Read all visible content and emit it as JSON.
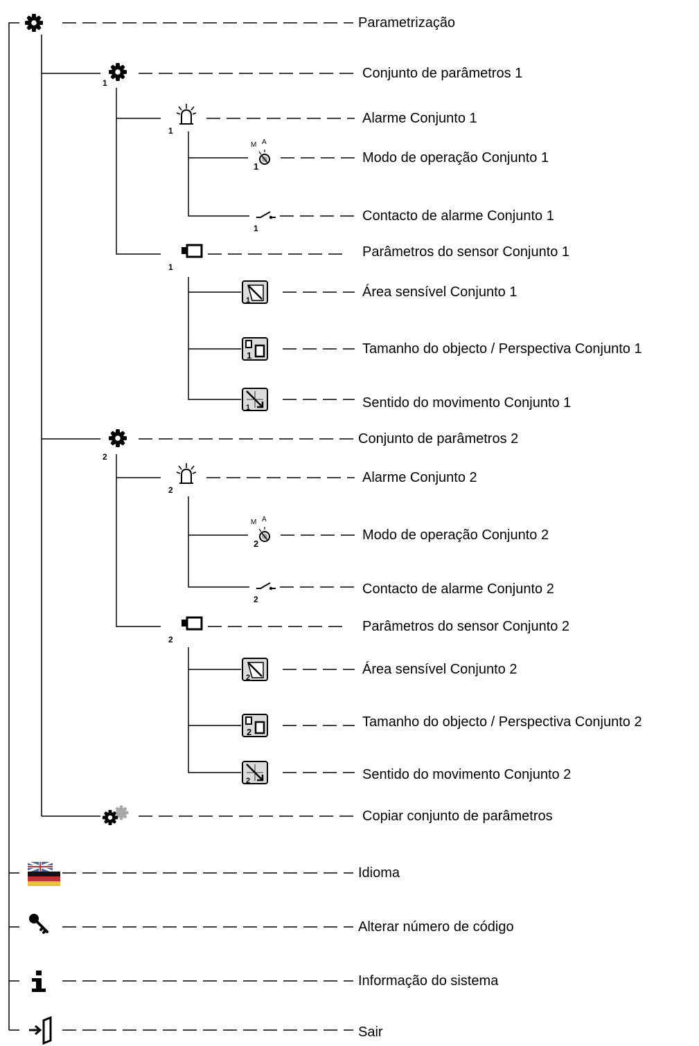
{
  "menu": {
    "parametrizacao": {
      "label": "Parametrização",
      "icon": "gear-icon"
    },
    "set1": {
      "label": "Conjunto de parâmetros 1",
      "icon": "gear-icon",
      "index": "1",
      "alarm": {
        "label": "Alarme Conjunto 1",
        "icon": "alarm-beacon-icon",
        "index": "1"
      },
      "mode": {
        "label": "Modo de operação Conjunto 1",
        "icon": "operation-mode-icon",
        "index": "1",
        "m": "M",
        "a": "A"
      },
      "contact": {
        "label": "Contacto de alarme Conjunto 1",
        "icon": "alarm-contact-switch-icon",
        "index": "1"
      },
      "sensor": {
        "label": "Parâmetros do sensor Conjunto 1",
        "icon": "camera-icon",
        "index": "1"
      },
      "area": {
        "label": "Área sensível Conjunto 1",
        "icon": "sensitive-area-icon",
        "index": "1"
      },
      "size": {
        "label": "Tamanho do objecto / Perspectiva Conjunto 1",
        "icon": "object-size-icon",
        "index": "1"
      },
      "direction": {
        "label": "Sentido do movimento Conjunto 1",
        "icon": "motion-direction-icon",
        "index": "1"
      }
    },
    "set2": {
      "label": "Conjunto de parâmetros 2",
      "icon": "gear-icon",
      "index": "2",
      "alarm": {
        "label": "Alarme Conjunto 2",
        "icon": "alarm-beacon-icon",
        "index": "2"
      },
      "mode": {
        "label": "Modo de operação Conjunto 2",
        "icon": "operation-mode-icon",
        "index": "2",
        "m": "M",
        "a": "A"
      },
      "contact": {
        "label": "Contacto de alarme Conjunto 2",
        "icon": "alarm-contact-switch-icon",
        "index": "2"
      },
      "sensor": {
        "label": "Parâmetros do sensor Conjunto 2",
        "icon": "camera-icon",
        "index": "2"
      },
      "area": {
        "label": "Área sensível Conjunto 2",
        "icon": "sensitive-area-icon",
        "index": "2"
      },
      "size": {
        "label": "Tamanho do objecto / Perspectiva Conjunto 2",
        "icon": "object-size-icon",
        "index": "2"
      },
      "direction": {
        "label": "Sentido do movimento Conjunto 2",
        "icon": "motion-direction-icon",
        "index": "2"
      }
    },
    "copy": {
      "label": "Copiar conjunto de parâmetros",
      "icon": "copy-gear-icon"
    },
    "language": {
      "label": "Idioma",
      "icon": "flag-icon"
    },
    "code": {
      "label": "Alterar número de código",
      "icon": "key-icon"
    },
    "info": {
      "label": "Informação do sistema",
      "icon": "info-icon"
    },
    "exit": {
      "label": "Sair",
      "icon": "exit-icon"
    }
  },
  "colors": {
    "line": "#000000",
    "icon_gray": "#a8a8a8",
    "box_fill": "#dcdcdc",
    "flag_blue": "#4a6b9a"
  }
}
